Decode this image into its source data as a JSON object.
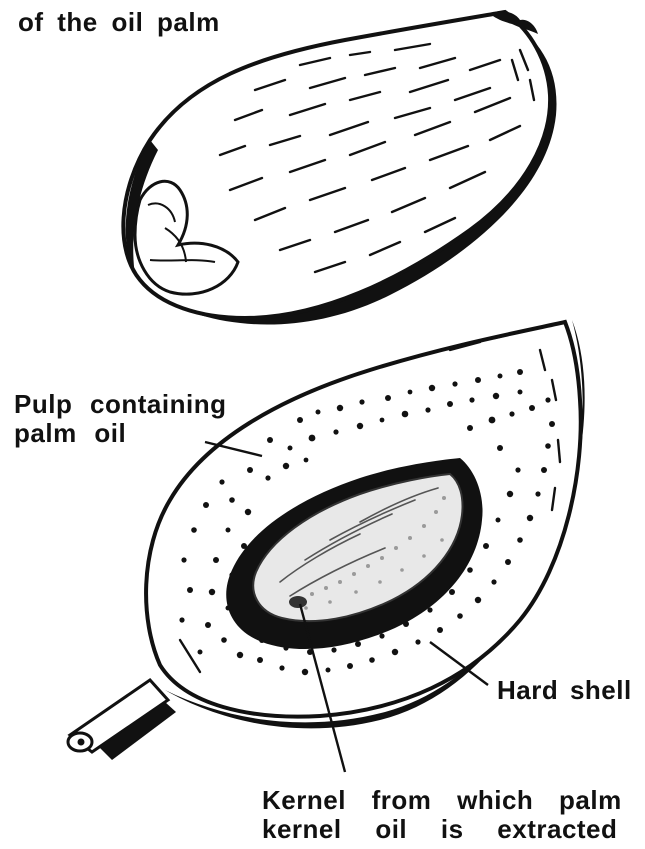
{
  "figure": {
    "title_fragment": "of the oil palm",
    "labels": {
      "pulp_line1": "Pulp containing",
      "pulp_line2": "palm oil",
      "hard_shell": "Hard shell",
      "kernel_line1": "Kernel from which palm",
      "kernel_line2": "kernel oil is extracted"
    }
  }
}
